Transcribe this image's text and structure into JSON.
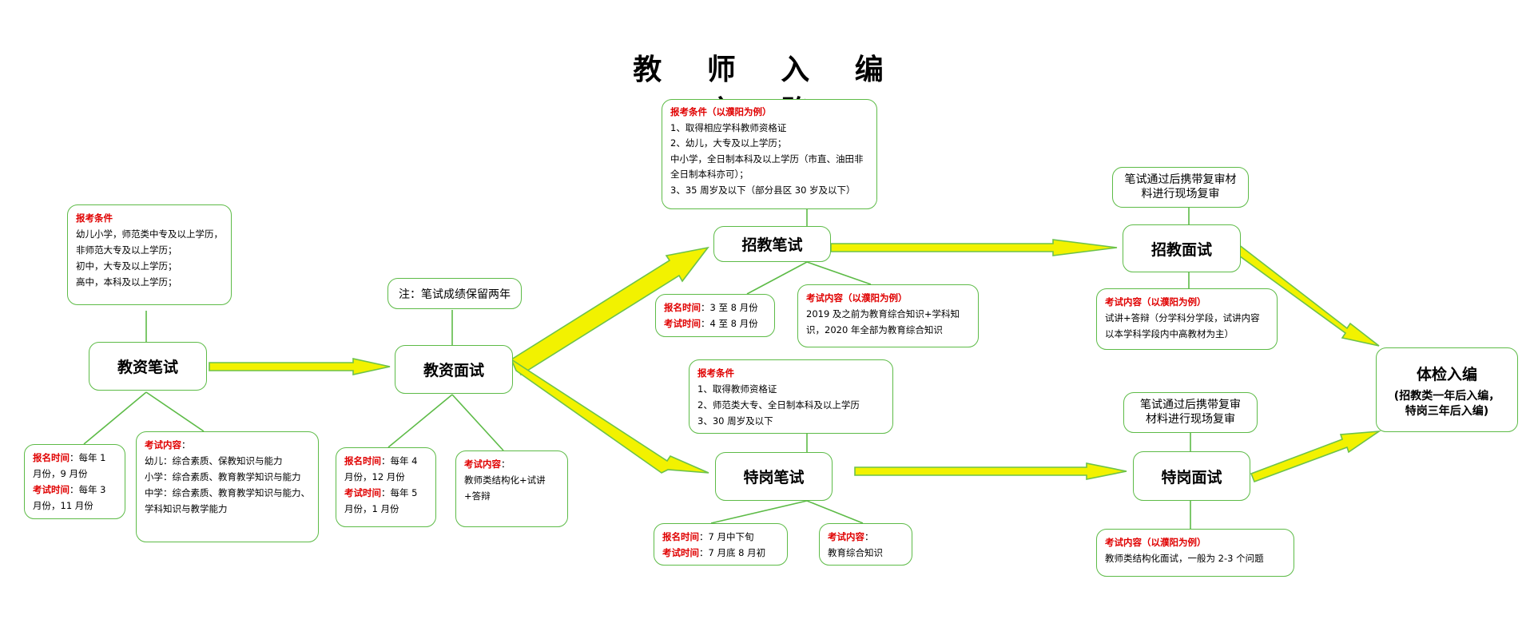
{
  "title": "教 师 入 编 之 路",
  "nodes": {
    "jiaozi_bishi": "教资笔试",
    "jiaozi_mianshi": "教资面试",
    "zhaojiao_bishi": "招教笔试",
    "zhaojiao_mianshi": "招教面试",
    "tegang_bishi": "特岗笔试",
    "tegang_mianshi": "特岗面试",
    "tijian": "体检入编",
    "tijian_sub": "(招教类一年后入编，特岗三年后入编)"
  },
  "jiaozi_bishi_cond": {
    "label": "报考条件",
    "lines": [
      "幼儿小学，师范类中专及以上学历，非师范大专及以上学历；",
      "初中，大专及以上学历；",
      "高中，本科及以上学历；"
    ]
  },
  "jiaozi_bishi_time": {
    "signup_label": "报名时间",
    "signup_value": "每年 1 月份，9 月份",
    "exam_label": "考试时间",
    "exam_value": "每年 3 月份，11 月份"
  },
  "jiaozi_bishi_content": {
    "label": "考试内容",
    "lines": [
      "幼儿：综合素质、保教知识与能力",
      "小学：综合素质、教育教学知识与能力",
      "中学：综合素质、教育教学知识与能力、学科知识与教学能力"
    ]
  },
  "jiaozi_mianshi_note": "注：笔试成绩保留两年",
  "jiaozi_mianshi_time": {
    "signup_label": "报名时间",
    "signup_value": "每年 4 月份，12 月份",
    "exam_label": "考试时间",
    "exam_value": "每年 5 月份，1 月份"
  },
  "jiaozi_mianshi_content": {
    "label": "考试内容",
    "text": "教师类结构化+试讲+答辩"
  },
  "zhaojiao_cond": {
    "label": "报考条件（以濮阳为例）",
    "lines": [
      "1、取得相应学科教师资格证",
      "2、幼儿，大专及以上学历；",
      "中小学，全日制本科及以上学历（市直、油田非全日制本科亦可）；",
      "3、35 周岁及以下（部分县区 30 岁及以下）"
    ]
  },
  "zhaojiao_time": {
    "signup_label": "报名时间",
    "signup_value": "3 至 8 月份",
    "exam_label": "考试时间",
    "exam_value": "4 至 8 月份"
  },
  "zhaojiao_content": {
    "label": "考试内容（以濮阳为例）",
    "text": "2019 及之前为教育综合知识+学科知识，2020 年全部为教育综合知识"
  },
  "zhaojiao_review": "笔试通过后携带复审材料进行现场复审",
  "zhaojiao_mianshi_content": {
    "label": "考试内容（以濮阳为例）",
    "text": "试讲+答辩（分学科分学段，试讲内容以本学科学段内中高教材为主）"
  },
  "tegang_cond": {
    "label": "报考条件",
    "lines": [
      "1、取得教师资格证",
      "2、师范类大专、全日制本科及以上学历",
      "3、30 周岁及以下"
    ]
  },
  "tegang_time": {
    "signup_label": "报名时间",
    "signup_value": "7 月中下旬",
    "exam_label": "考试时间",
    "exam_value": "7 月底 8 月初"
  },
  "tegang_content": {
    "label": "考试内容",
    "text": "教育综合知识"
  },
  "tegang_review": "笔试通过后携带复审材料进行现场复审",
  "tegang_mianshi_content": {
    "label": "考试内容（以濮阳为例）",
    "text": "教师类结构化面试，一般为 2-3 个问题"
  },
  "colors": {
    "border": "#5dbb47",
    "arrow_fill": "#f2f200",
    "arrow_stroke": "#6cc24a",
    "label_red": "#e00000"
  }
}
